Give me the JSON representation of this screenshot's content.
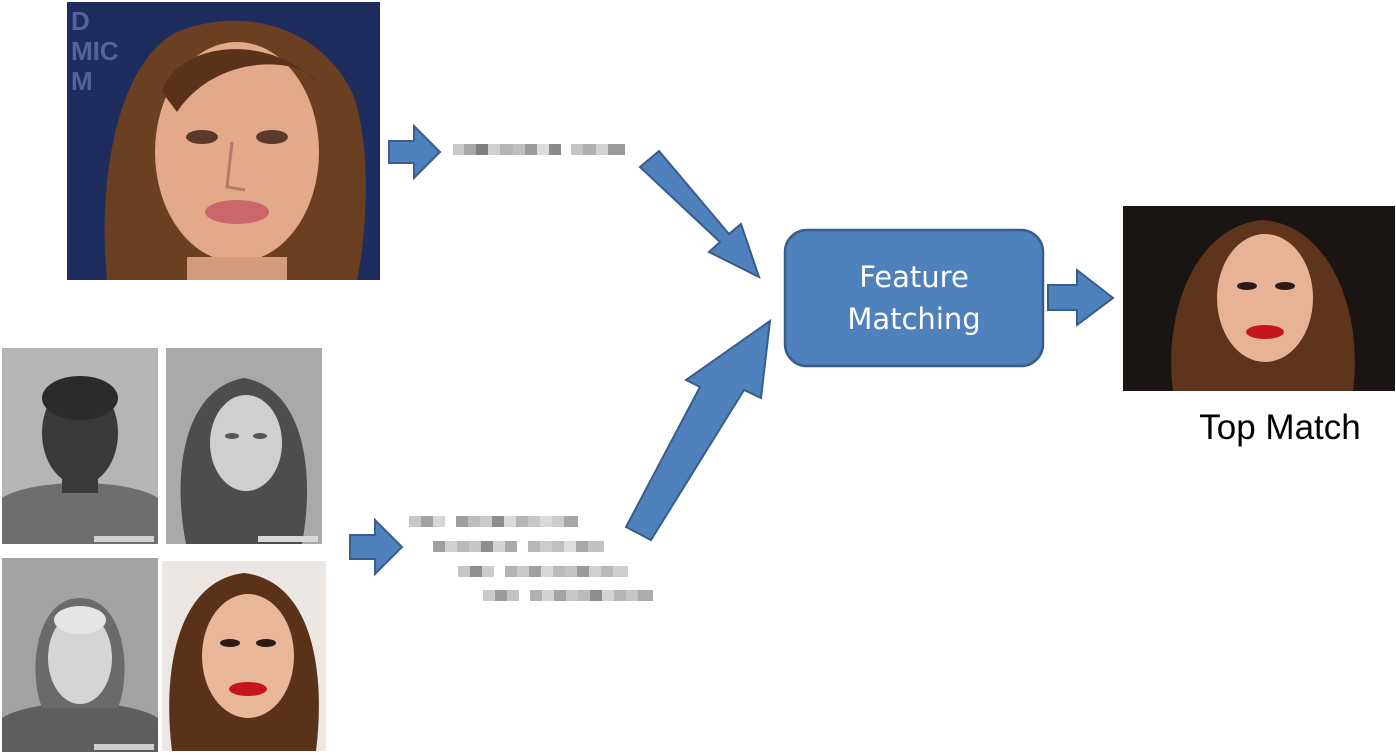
{
  "diagram": {
    "process_box": {
      "label": "Feature\nMatching",
      "fill": "#4f81bd",
      "stroke": "#385d8a"
    },
    "result_caption": "Top Match",
    "arrow_color": "#4f81bd",
    "images": [
      {
        "role": "query-face",
        "kind": "color portrait"
      },
      {
        "role": "gallery-face-1",
        "kind": "grayscale mugshot"
      },
      {
        "role": "gallery-face-2",
        "kind": "grayscale mugshot"
      },
      {
        "role": "gallery-face-3",
        "kind": "grayscale mugshot"
      },
      {
        "role": "gallery-face-4",
        "kind": "color portrait"
      },
      {
        "role": "top-match-face",
        "kind": "color portrait"
      }
    ],
    "feature_vectors": {
      "query_rows": 1,
      "gallery_rows": 4
    }
  }
}
